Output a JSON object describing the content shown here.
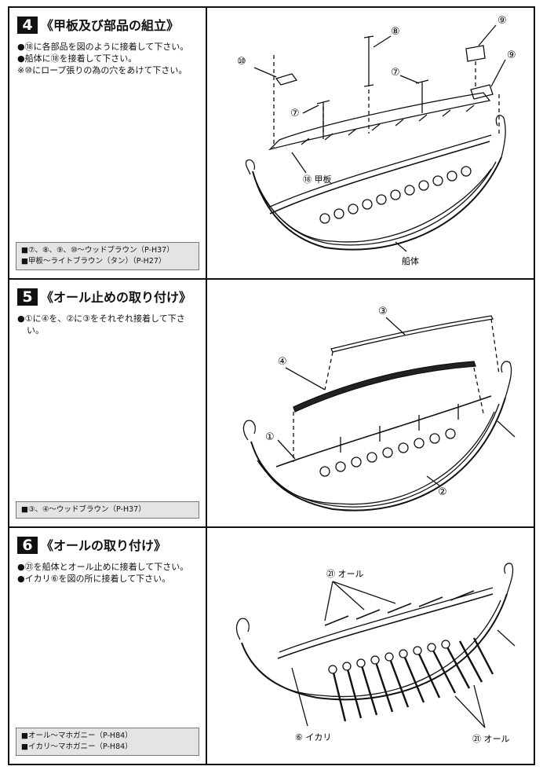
{
  "steps": [
    {
      "number": "4",
      "title": "《甲板及び部品の組立》",
      "instructions": [
        "●⑱に各部品を図のように接着して下さい。",
        "●船体に⑱を接着して下さい。",
        "※⑩にロープ張りの為の穴をあけて下さい。"
      ],
      "paint": [
        "■⑦、⑧、⑨、⑩～ウッドブラウン（P-H37）",
        "■甲板～ライトブラウン（タン）（P-H27）"
      ],
      "labels": {
        "p10": "⑩",
        "p8": "⑧",
        "p9a": "⑨",
        "p9b": "⑨",
        "p7a": "⑦",
        "p7b": "⑦",
        "deck": "⑱ 甲板",
        "hull": "船体"
      }
    },
    {
      "number": "5",
      "title": "《オール止めの取り付け》",
      "instructions": [
        "●①に④を、②に③をそれぞれ接着して下さい。"
      ],
      "paint": [
        "■③、④～ウッドブラウン（P-H37）"
      ],
      "labels": {
        "p3": "③",
        "p4": "④",
        "p1": "①",
        "p2": "②"
      }
    },
    {
      "number": "6",
      "title": "《オールの取り付け》",
      "instructions": [
        "●㉑を船体とオール止めに接着して下さい。",
        "●イカリ⑥を図の所に接着して下さい。"
      ],
      "paint": [
        "■オール～マホガニー（P-H84）",
        "■イカリ～マホガニー（P-H84）"
      ],
      "labels": {
        "oar_top": "㉑ オール",
        "anchor": "⑥ イカリ",
        "oar_bottom": "㉑ オール"
      }
    }
  ]
}
